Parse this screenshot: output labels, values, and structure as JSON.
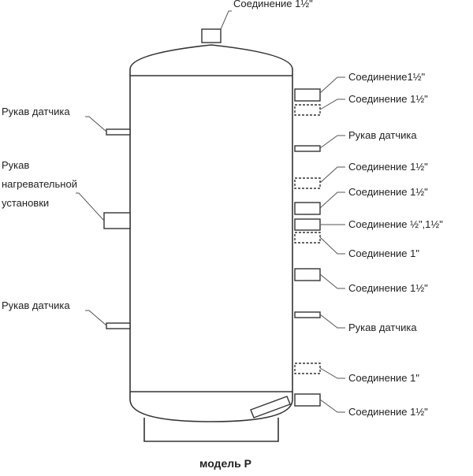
{
  "labels": {
    "top": "Соединение 1½\"",
    "left_upper": "Рукав датчика",
    "left_heater_1": "Рукав",
    "left_heater_2": "нагревательной",
    "left_heater_3": "установки",
    "left_lower": "Рукав датчика",
    "r1": "Соединение1½\"",
    "r2": "Соединение 1½\"",
    "r3": "Рукав датчика",
    "r4": "Соединение 1½\"",
    "r5": "Соединение 1½\"",
    "r6": "Соединение ½\",1½\"",
    "r7": "Соединение 1\"",
    "r8": "Соединение 1½\"",
    "r9": "Рукав датчика",
    "r10": "Соединение 1\"",
    "r11": "Соединение 1½\""
  },
  "caption": "модель P"
}
